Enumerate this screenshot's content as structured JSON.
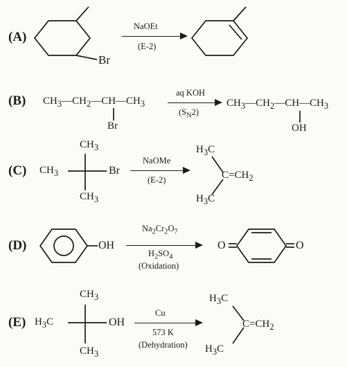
{
  "reactions": [
    {
      "label": "(A)",
      "substituent": "Br",
      "reagent": "NaOEt",
      "condition": "(E-2)"
    },
    {
      "label": "(B)",
      "reactant_parts": [
        "CH",
        "3",
        "—CH",
        "2",
        "—CH—CH",
        "3"
      ],
      "reactant_sub": "Br",
      "reagent": "aq KOH",
      "condition_parts": [
        "(S",
        "N",
        "2)"
      ],
      "product_parts": [
        "CH",
        "3",
        "—CH",
        "2",
        "—CH—CH",
        "3"
      ],
      "product_sub": "OH"
    },
    {
      "label": "(C)",
      "reactant_left_parts": [
        "CH",
        "3"
      ],
      "reactant_top_parts": [
        "CH",
        "3"
      ],
      "reactant_bottom_parts": [
        "CH",
        "3"
      ],
      "reactant_right": "Br",
      "reagent": "NaOMe",
      "condition": "(E-2)",
      "product_top_parts": [
        "H",
        "3",
        "C"
      ],
      "product_bottom_parts": [
        "H",
        "3",
        "C"
      ],
      "product_main_parts": [
        "C=CH",
        "2"
      ]
    },
    {
      "label": "(D)",
      "reactant_group": "OH",
      "reagent_parts": [
        "Na",
        "2",
        "Cr",
        "2",
        "O",
        "7"
      ],
      "reagent2_parts": [
        "H",
        "2",
        "SO",
        "4"
      ],
      "condition": "(Oxidation)",
      "product_left": "O",
      "product_right": "O"
    },
    {
      "label": "(E)",
      "reactant_left_parts": [
        "H",
        "3",
        "C"
      ],
      "reactant_top_parts": [
        "CH",
        "3"
      ],
      "reactant_bottom_parts": [
        "CH",
        "3"
      ],
      "reactant_right": "OH",
      "reagent": "Cu",
      "temperature": "573 K",
      "condition": "(Dehydration)",
      "product_top_parts": [
        "H",
        "3",
        "C"
      ],
      "product_bottom_parts": [
        "H",
        "3",
        "C"
      ],
      "product_main_parts": [
        "C=CH",
        "2"
      ]
    }
  ]
}
